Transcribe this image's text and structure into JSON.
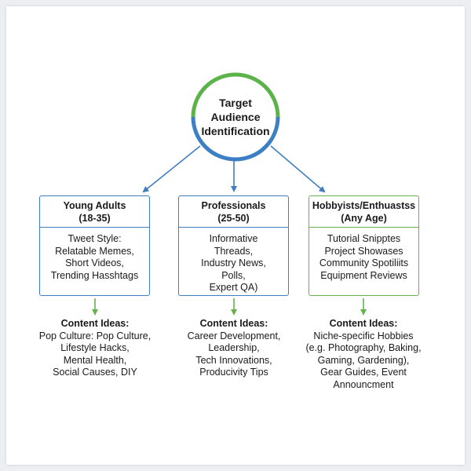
{
  "root": {
    "lines": [
      "Target",
      "Audience",
      "Identification"
    ],
    "colors": {
      "top": "#5cb34a",
      "bottom": "#3d7fc4"
    }
  },
  "segments": [
    {
      "title": [
        "Young Adults",
        "(18-35)"
      ],
      "body": [
        "Tweet Style:",
        "Relatable Memes,",
        "Short Videos,",
        "Trending Hasshtags"
      ],
      "ideas_title": "Content Ideas:",
      "ideas": [
        "Pop Culture: Pop Culture,",
        "Lifestyle Hacks,",
        "Mental Health,",
        "Social Causes, DIY"
      ],
      "accent": "#3f7fbf"
    },
    {
      "title": [
        "Professionals",
        "(25-50)"
      ],
      "body": [
        "Informative",
        "Threads,",
        "Industry News,",
        "Polls,",
        "Expert QA)"
      ],
      "ideas_title": "Content Ideas:",
      "ideas": [
        "Career Development,",
        "Leadership,",
        "Tech Innovations,",
        "Producivity Tips"
      ],
      "accent": "#3f7fbf"
    },
    {
      "title": [
        "Hobbyists/Enthuastss",
        "(Any Age)"
      ],
      "body": [
        "Tutorial Snipptes",
        "Project Showases",
        "Community Spotiliits",
        "Equipment Reviews"
      ],
      "ideas_title": "Content Ideas:",
      "ideas": [
        "Niche-specific Hobbies",
        "(e.g. Photography, Baking,",
        "Gaming, Gardening),",
        "Gear Guides, Event",
        "Announcment"
      ],
      "accent": "#66b24f"
    }
  ],
  "colors": {
    "blue": "#3f7fbf",
    "green": "#66b24f"
  }
}
